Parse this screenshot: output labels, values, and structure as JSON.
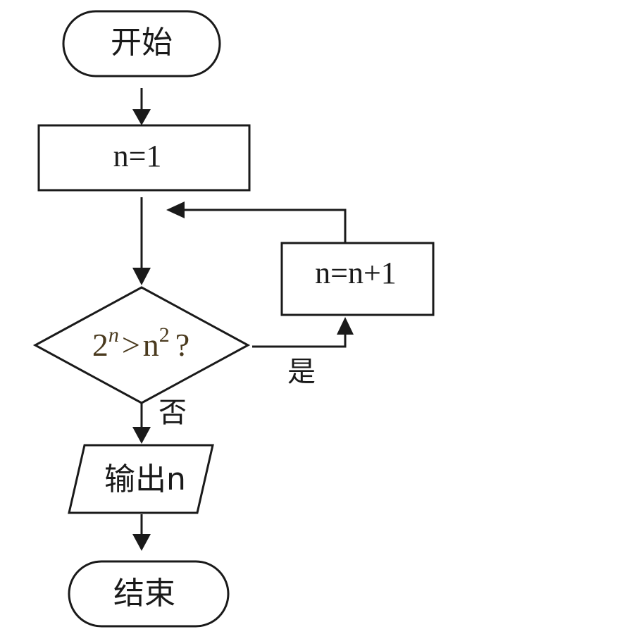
{
  "flowchart": {
    "start": "开始",
    "init": "n=1",
    "condition": {
      "base": "2",
      "exp": "n",
      "op": ">",
      "rhs_base": "n",
      "rhs_exp": "2",
      "q": "?"
    },
    "yes_label": "是",
    "no_label": "否",
    "increment": "n=n+1",
    "output": "输出n",
    "end": "结束"
  }
}
